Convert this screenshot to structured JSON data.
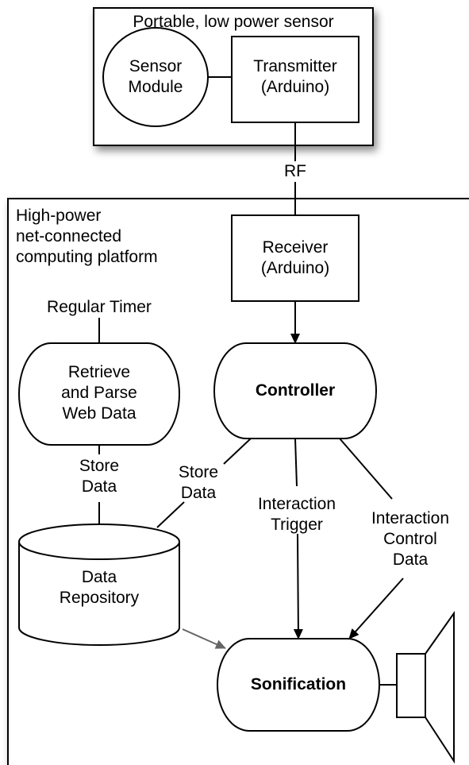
{
  "sensor_box": {
    "title": "Portable, low power sensor",
    "sensor_module": [
      "Sensor",
      "Module"
    ],
    "transmitter": [
      "Transmitter",
      "(Arduino)"
    ]
  },
  "link_label": "RF",
  "platform_box": {
    "title": [
      "High-power",
      "net-connected",
      "computing platform"
    ],
    "receiver": [
      "Receiver",
      "(Arduino)"
    ],
    "timer_label": "Regular Timer",
    "retrieve": [
      "Retrieve",
      "and Parse",
      "Web Data"
    ],
    "controller": "Controller",
    "store_data_left": [
      "Store",
      "Data"
    ],
    "store_data_right": [
      "Store",
      "Data"
    ],
    "repository": [
      "Data",
      "Repository"
    ],
    "interaction_trigger": [
      "Interaction",
      "Trigger"
    ],
    "interaction_control": [
      "Interaction",
      "Control",
      "Data"
    ],
    "sonification": "Sonification"
  }
}
